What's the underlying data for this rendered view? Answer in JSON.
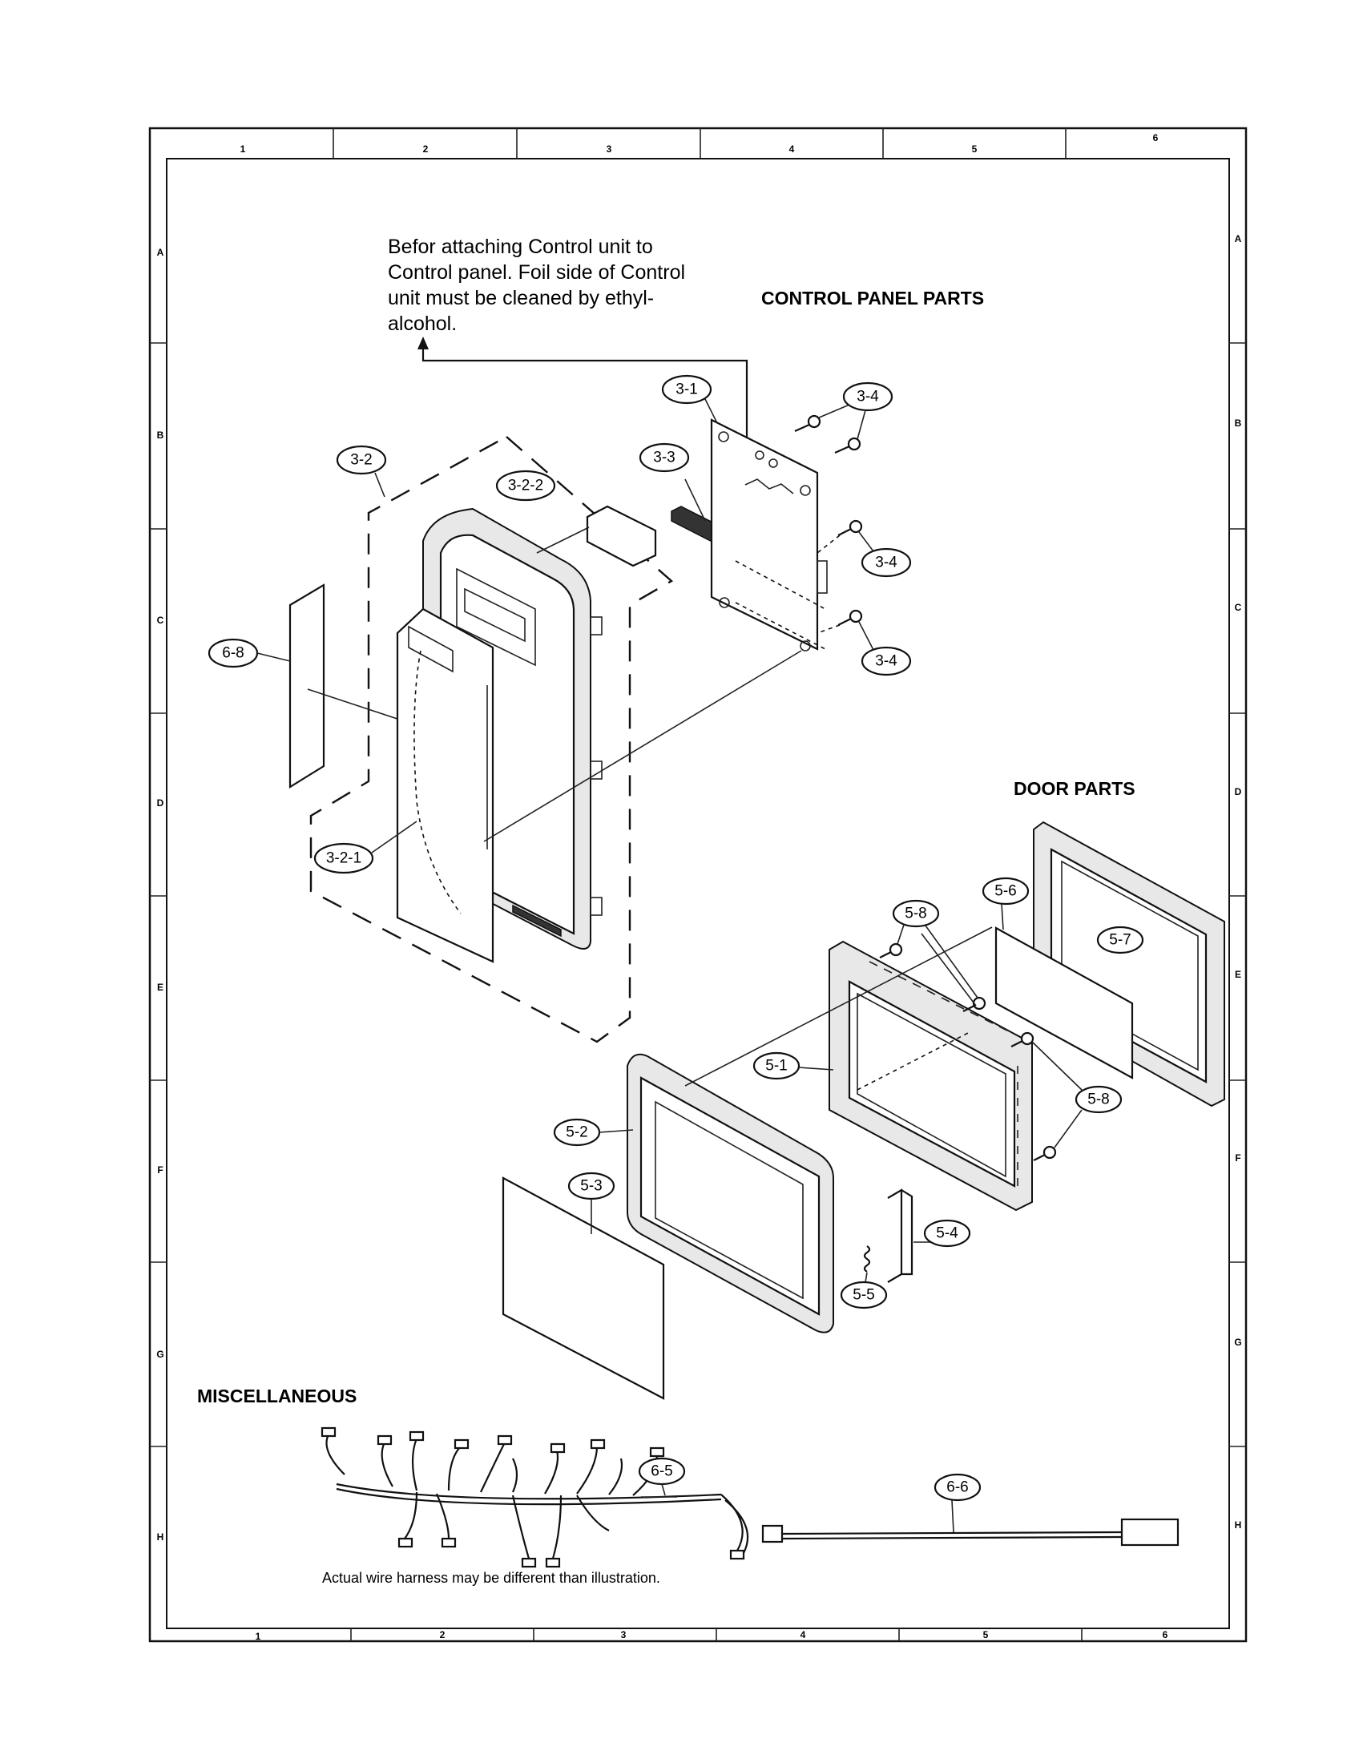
{
  "headings": {
    "control_panel": "CONTROL PANEL PARTS",
    "door": "DOOR PARTS",
    "misc": "MISCELLANEOUS"
  },
  "note_lines": [
    "Befor attaching Control unit to",
    "Control panel. Foil side of Control",
    "unit must be cleaned by ethyl-",
    "alcohol."
  ],
  "harness_note": "Actual wire harness may be different than illustration.",
  "border": {
    "top_columns": [
      "1",
      "2",
      "3",
      "4",
      "5",
      "6"
    ],
    "bottom_columns": [
      "1",
      "2",
      "3",
      "4",
      "5",
      "6"
    ],
    "left_rows": [
      "A",
      "B",
      "C",
      "D",
      "E",
      "F",
      "G",
      "H"
    ],
    "right_rows": [
      "A",
      "B",
      "C",
      "D",
      "E",
      "F",
      "G",
      "H"
    ]
  },
  "callouts": {
    "c3_1": "3-1",
    "c3_2": "3-2",
    "c3_2_1": "3-2-1",
    "c3_2_2": "3-2-2",
    "c3_3": "3-3",
    "c3_4a": "3-4",
    "c3_4b": "3-4",
    "c3_4c": "3-4",
    "c5_1": "5-1",
    "c5_2": "5-2",
    "c5_3": "5-3",
    "c5_4": "5-4",
    "c5_5": "5-5",
    "c5_6": "5-6",
    "c5_7": "5-7",
    "c5_8a": "5-8",
    "c5_8b": "5-8",
    "c6_5": "6-5",
    "c6_6": "6-6",
    "c6_8": "6-8"
  }
}
